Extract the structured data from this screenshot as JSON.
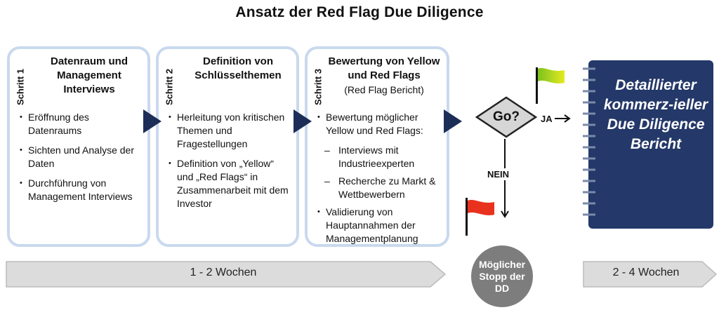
{
  "title": "Ansatz der Red Flag Due Diligence",
  "steps": [
    {
      "label": "Schritt 1",
      "heading": "Datenraum und Management Interviews",
      "subheading": "",
      "bullets": [
        "Eröffnung des Datenraums",
        "Sichten und Analyse der Daten",
        "Durchführung von Management Interviews"
      ]
    },
    {
      "label": "Schritt 2",
      "heading": "Definition von Schlüsselthemen",
      "subheading": "",
      "bullets": [
        "Herleitung von kritischen Themen und Fragestellungen",
        "Definition von „Yellow“ und „Red Flags“ in Zusammenarbeit mit dem Investor"
      ]
    },
    {
      "label": "Schritt 3",
      "heading": "Bewertung von Yellow und Red Flags",
      "subheading": "(Red Flag Bericht)",
      "bullets": [
        "Bewertung möglicher Yellow und Red Flags:",
        "Validierung von Hauptannahmen der Managementplanung"
      ],
      "subbullets": [
        "Interviews mit Industrieexperten",
        "Recherche zu Markt & Wettbewerbern"
      ]
    }
  ],
  "decision": {
    "label": "Go?",
    "yes": "JA",
    "no": "NEIN"
  },
  "stop": {
    "text": "Möglicher Stopp der DD"
  },
  "report": {
    "text": "Detaillierter kommerz-ieller Due Diligence Bericht"
  },
  "timeline": [
    {
      "label": "1 - 2 Wochen"
    },
    {
      "label": "2 - 4 Wochen"
    }
  ],
  "colors": {
    "box_border": "#c9d9ee",
    "arrow": "#1c2d57",
    "report": "#243869",
    "timeline": "#dcdcdc",
    "stop": "#7d7d7d",
    "flag_red": "#e8321e",
    "flag_yellow": "#b8d400"
  }
}
